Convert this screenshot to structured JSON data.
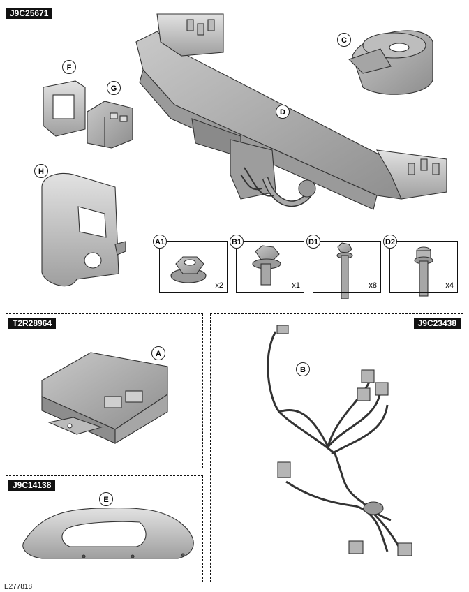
{
  "header_code": "J9C25671",
  "callouts": {
    "c": "C",
    "d": "D",
    "f": "F",
    "g": "G",
    "h": "H",
    "a": "A",
    "b": "B",
    "e": "E"
  },
  "fasteners": [
    {
      "label": "A1",
      "qty": "x2"
    },
    {
      "label": "B1",
      "qty": "x1"
    },
    {
      "label": "D1",
      "qty": "x8"
    },
    {
      "label": "D2",
      "qty": "x4"
    }
  ],
  "panels": {
    "module_code": "T2R28964",
    "harness_code": "J9C23438",
    "bezel_code": "J9C14138"
  },
  "footer_ref": "E277818"
}
